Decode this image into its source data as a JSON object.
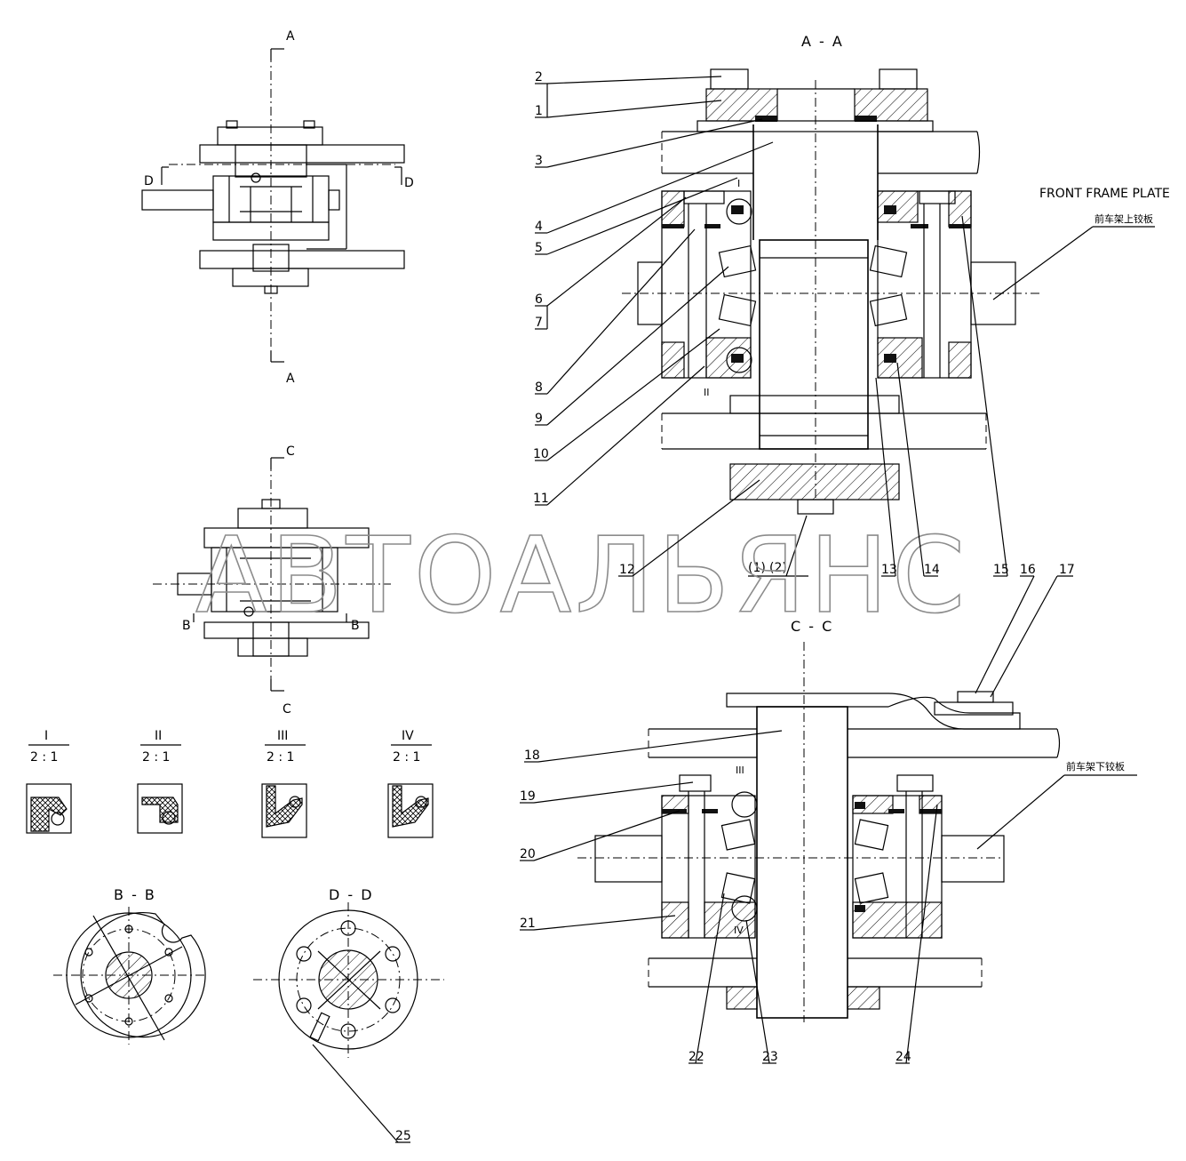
{
  "views": {
    "top_cut_letter": "A",
    "bottom_cut_letter": "A",
    "d_left": "D",
    "d_right": "D",
    "c_top": "C",
    "c_bottom": "C",
    "b_left": "B",
    "b_right": "B",
    "section_aa": "A - A",
    "section_cc": "C - C",
    "section_bb": "B - B",
    "section_dd": "D - D"
  },
  "annotations": {
    "front_frame_plate": "FRONT FRAME PLATE",
    "upper_hinge_plate_cn": "前车架上铰板",
    "lower_hinge_plate_cn": "前车架下铰板",
    "detail_mark_i": "I",
    "detail_mark_ii": "II",
    "detail_mark_iii": "III",
    "detail_mark_iv": "IV",
    "dim_1": "(1)",
    "dim_2": "(2)"
  },
  "details": [
    {
      "roman": "I",
      "scale": "2 : 1"
    },
    {
      "roman": "II",
      "scale": "2 : 1"
    },
    {
      "roman": "III",
      "scale": "2 : 1"
    },
    {
      "roman": "IV",
      "scale": "2 : 1"
    }
  ],
  "callouts": [
    "1",
    "2",
    "3",
    "4",
    "5",
    "6",
    "7",
    "8",
    "9",
    "10",
    "11",
    "12",
    "13",
    "14",
    "15",
    "16",
    "17",
    "18",
    "19",
    "20",
    "21",
    "22",
    "23",
    "24",
    "25"
  ],
  "watermark": "АВТОАЛЬЯНС"
}
